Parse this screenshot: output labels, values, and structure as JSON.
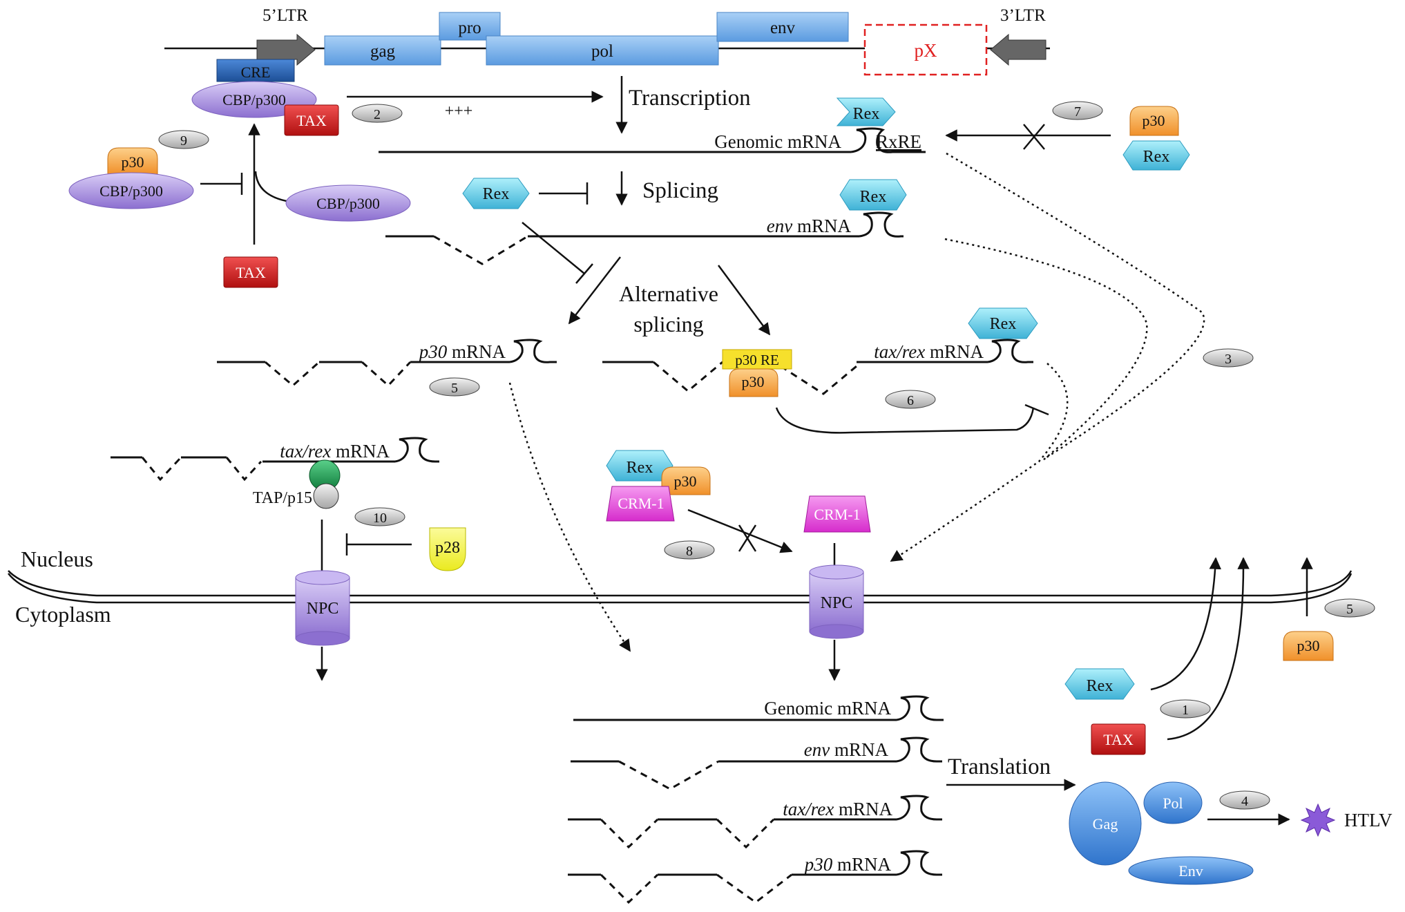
{
  "genome": {
    "ltr5": "5’LTR",
    "ltr3": "3’LTR",
    "gag": "gag",
    "pro": "pro",
    "pol": "pol",
    "env": "env",
    "px": "pX"
  },
  "proteins": {
    "cre": "CRE",
    "cbp": "CBP/p300",
    "tax": "TAX",
    "rex": "Rex",
    "p30": "p30",
    "p28": "p28",
    "crm1": "CRM-1",
    "npc": "NPC",
    "tap": "TAP/p15",
    "p30re": "p30 RE",
    "gag": "Gag",
    "pol": "Pol",
    "env": "Env"
  },
  "labels": {
    "plus": "+++",
    "transcription": "Transcription",
    "splicing": "Splicing",
    "alt1": "Alternative",
    "alt2": "splicing",
    "nucleus": "Nucleus",
    "cytoplasm": "Cytoplasm",
    "translation": "Translation",
    "htlv": "HTLV",
    "rxre": "RxRE"
  },
  "mrna": {
    "genomic": "Genomic mRNA",
    "env_italic": "env",
    "taxrex_italic": "tax/rex",
    "p30_italic": "p30",
    "mrna": " mRNA"
  },
  "steps": [
    "1",
    "2",
    "3",
    "4",
    "5",
    "6",
    "7",
    "8",
    "9",
    "10"
  ],
  "colors": {
    "gene_box": "#6aa8e4",
    "px_dash": "#e02020",
    "cbp": "#9a7fd6",
    "tax": "#d42020",
    "rex": "#5cc6e0",
    "p30": "#f4a238",
    "p28": "#f2f23a",
    "crm1": "#e03cd8",
    "npc": "#b79be6",
    "cre": "#2a62b0",
    "viral_protein": "#3f86dc"
  }
}
